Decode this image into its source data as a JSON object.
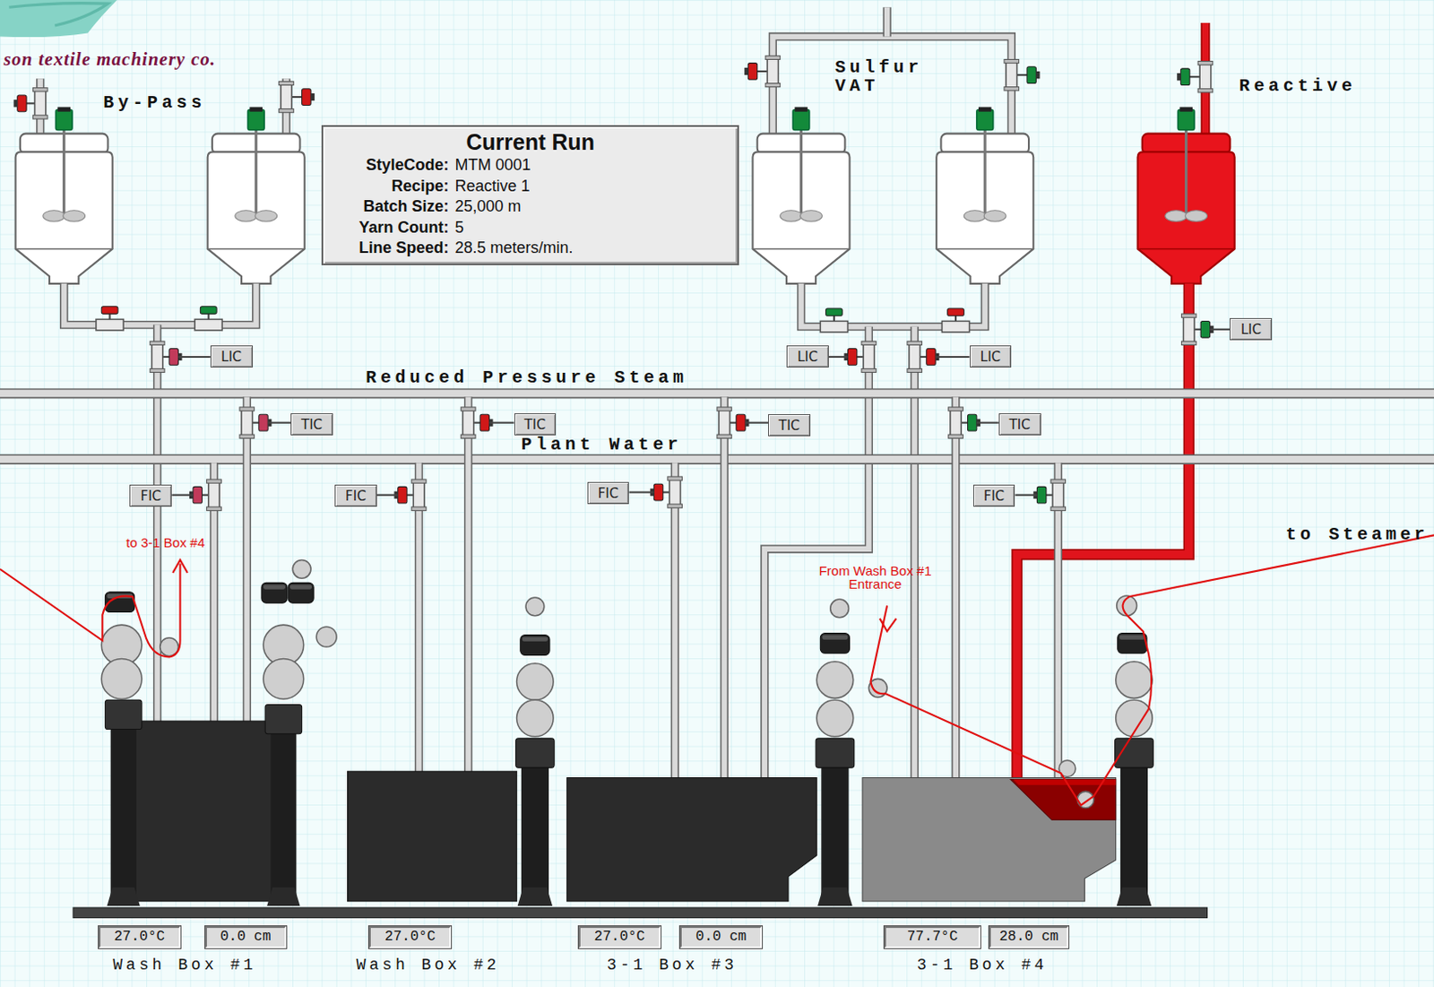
{
  "diagram": {
    "nodes": [
      {
        "text": [
          "Current Run",
          "StyleCode:",
          "MTM 0001",
          "Recipe:",
          "Reactive 1",
          "Batch Size:",
          "25,000 m",
          "Yarn Count:",
          "5",
          "Line Speed:",
          "28.5 meters/min."
        ]
      },
      {
        "text": [
          "LIC"
        ]
      },
      {
        "text": [
          "LIC"
        ]
      },
      {
        "text": [
          "LIC"
        ]
      },
      {
        "text": [
          "LIC"
        ]
      },
      {
        "text": [
          "TIC"
        ]
      },
      {
        "text": [
          "TIC"
        ]
      },
      {
        "text": [
          "TIC"
        ]
      },
      {
        "text": [
          "TIC"
        ]
      },
      {
        "text": [
          "FIC"
        ]
      },
      {
        "text": [
          "FIC"
        ]
      },
      {
        "text": [
          "FIC"
        ]
      },
      {
        "text": [
          "FIC"
        ]
      },
      {
        "text": [
          "27.0°C"
        ]
      },
      {
        "text": [
          "0.0 cm"
        ]
      },
      {
        "text": [
          "27.0°C"
        ]
      },
      {
        "text": [
          "27.0°C"
        ]
      },
      {
        "text": [
          "0.0 cm"
        ]
      },
      {
        "text": [
          "77.7°C"
        ]
      },
      {
        "text": [
          "28.0 cm"
        ]
      }
    ],
    "labels": [
      "son textile machinery co.",
      "By-Pass",
      "Sulfur VAT",
      "Reactive",
      "Reduced Pressure Steam",
      "Plant Water",
      "to 3-1 Box #4",
      "From Wash Box #1 Entrance",
      "to Steamer",
      "Wash Box #1",
      "Wash Box #2",
      "3-1 Box #3",
      "3-1 Box #4"
    ]
  }
}
